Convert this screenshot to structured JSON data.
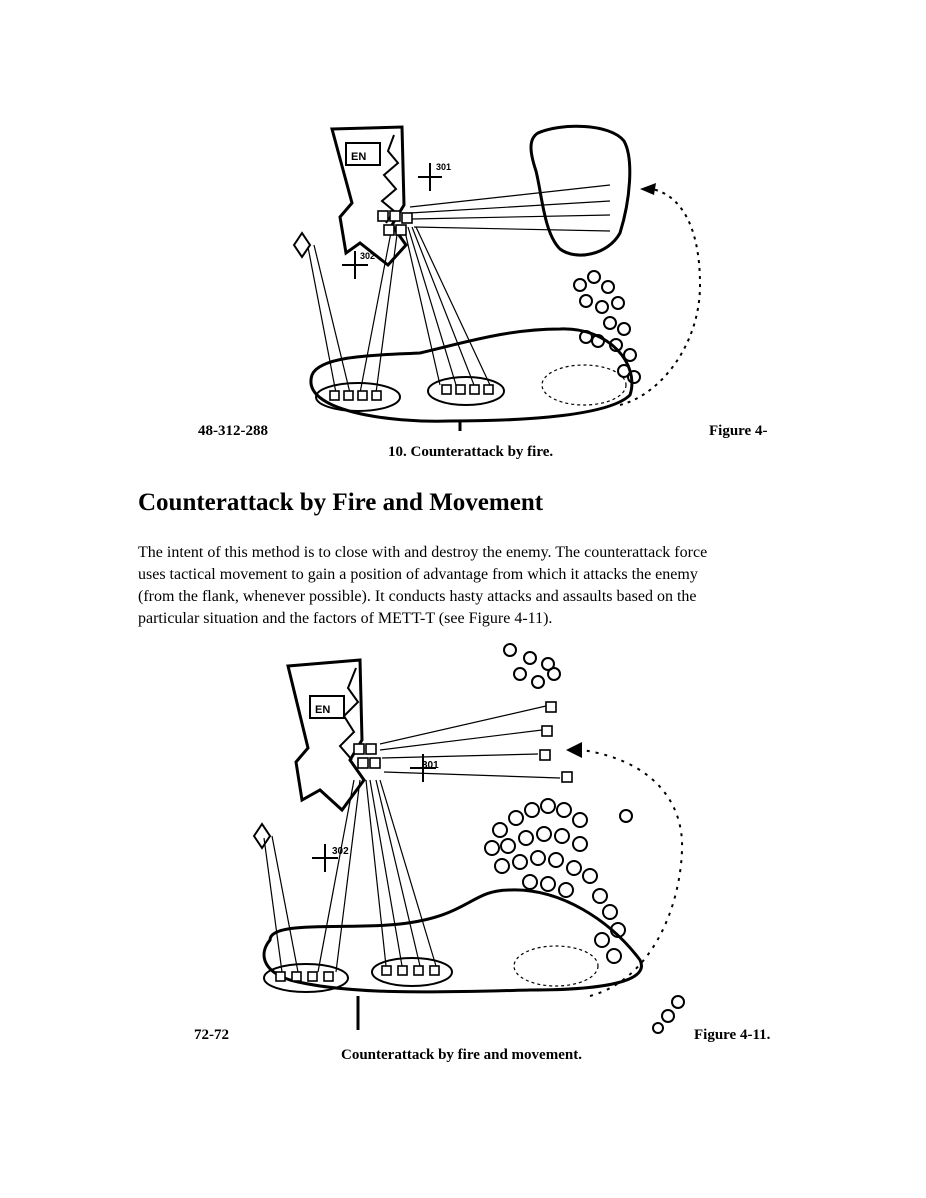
{
  "figure1": {
    "code": "48-312-288",
    "label_right": "Figure 4-",
    "caption": "10. Counterattack by fire.",
    "map_labels": {
      "enemy": "EN",
      "point_a": "301",
      "point_b": "302"
    }
  },
  "section": {
    "heading": "Counterattack by Fire and Movement",
    "paragraph_lines": [
      "The intent of this method is to close with and destroy the enemy. The counterattack force",
      "uses tactical movement to gain a position of advantage from which it attacks the enemy",
      "(from the flank, whenever possible). It conducts hasty attacks and assaults based on the",
      "particular situation and the factors of METT-T (see Figure 4-11)."
    ]
  },
  "figure2": {
    "code": "72-72",
    "label_right": "Figure 4-11.",
    "caption": "Counterattack by fire and movement.",
    "map_labels": {
      "enemy": "EN",
      "point_a": "301",
      "point_b": "302"
    }
  }
}
